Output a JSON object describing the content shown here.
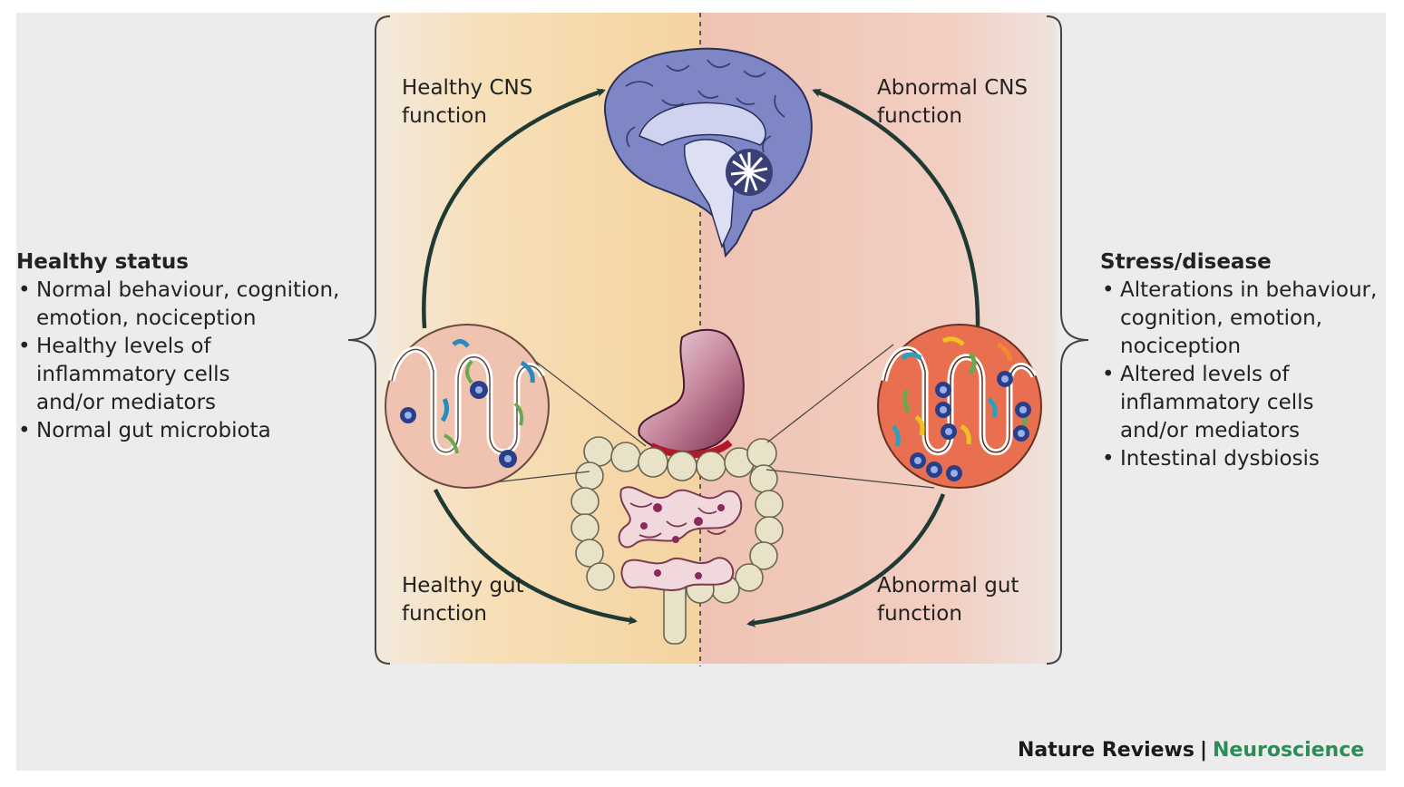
{
  "labels": {
    "healthy_cns": "Healthy CNS\nfunction",
    "abnormal_cns": "Abnormal CNS\nfunction",
    "healthy_gut": "Healthy gut\nfunction",
    "abnormal_gut": "Abnormal gut\nfunction"
  },
  "left_panel": {
    "heading": "Healthy status",
    "items": [
      "Normal behaviour, cognition, emotion, nociception",
      "Healthy levels of inflammatory cells and/or mediators",
      "Normal gut microbiota"
    ]
  },
  "right_panel": {
    "heading": "Stress/disease",
    "items": [
      "Alterations in behaviour, cognition, emotion, nociception",
      "Altered levels of inflammatory cells and/or mediators",
      "Intestinal dysbiosis"
    ]
  },
  "credit": {
    "journal": "Nature Reviews",
    "separator": "|",
    "subject": "Neuroscience"
  },
  "colors": {
    "healthy_bg": "#f6d9a8",
    "disease_bg": "#f0c2b4",
    "arrow": "#1f3a34",
    "brain": "#7f86c6",
    "neuroscience_green": "#2e8b57"
  }
}
